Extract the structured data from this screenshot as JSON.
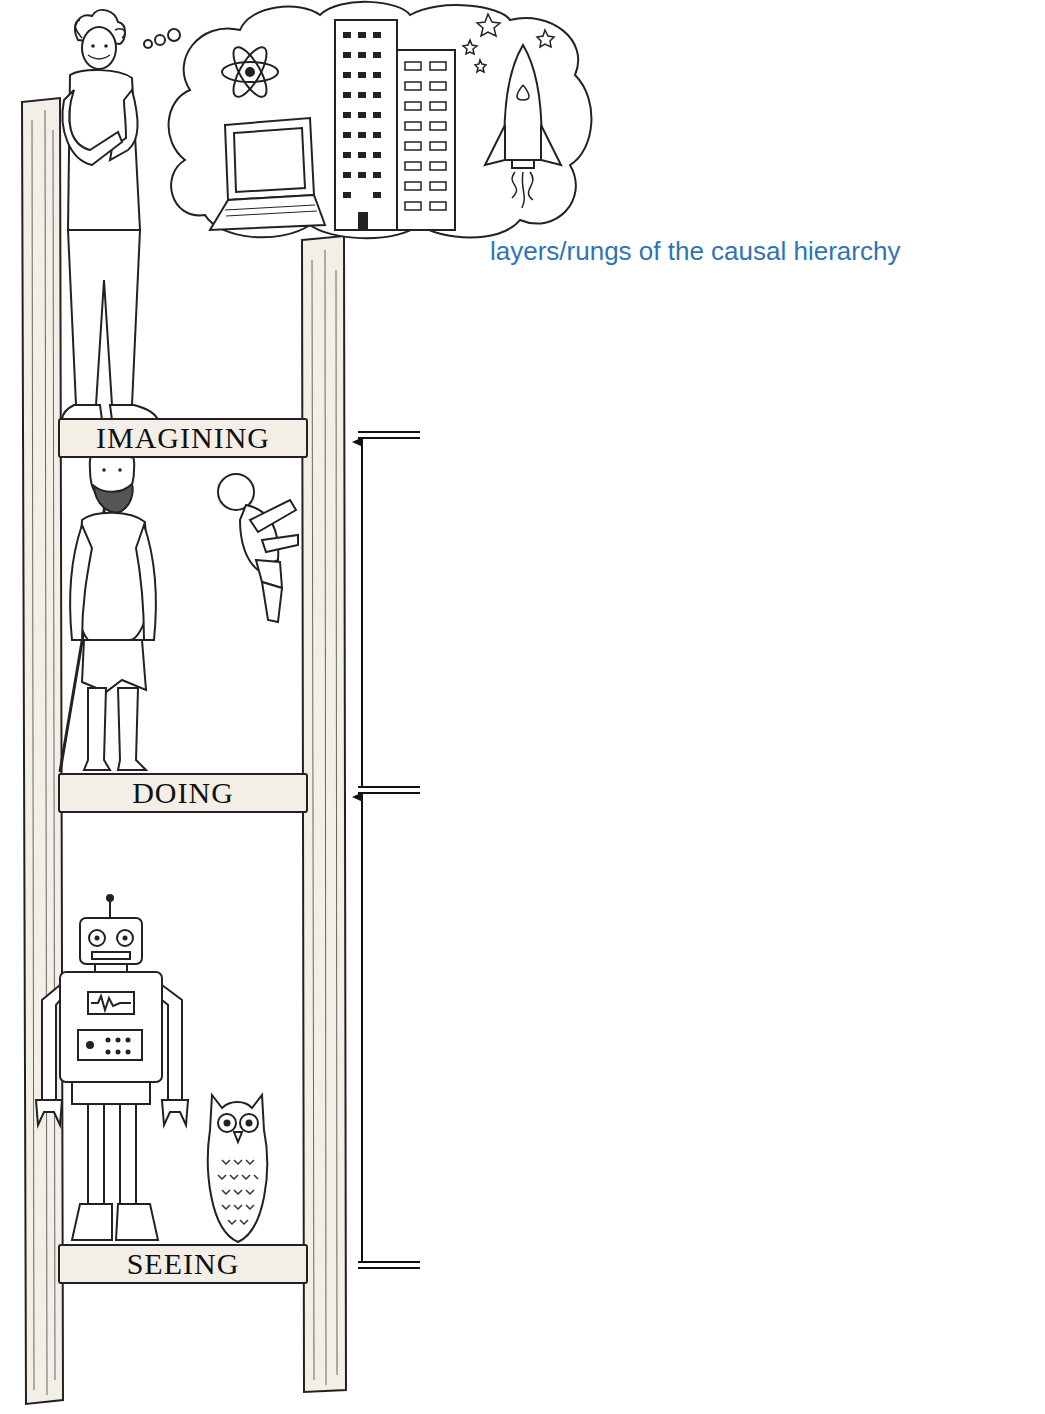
{
  "diagram": {
    "nodes": [
      {
        "text": [
          "IMAGINING"
        ]
      },
      {
        "text": [
          "DOING"
        ]
      },
      {
        "text": [
          "SEEING"
        ]
      }
    ],
    "labels": [
      "layers/rungs of the causal hierarchy"
    ]
  }
}
